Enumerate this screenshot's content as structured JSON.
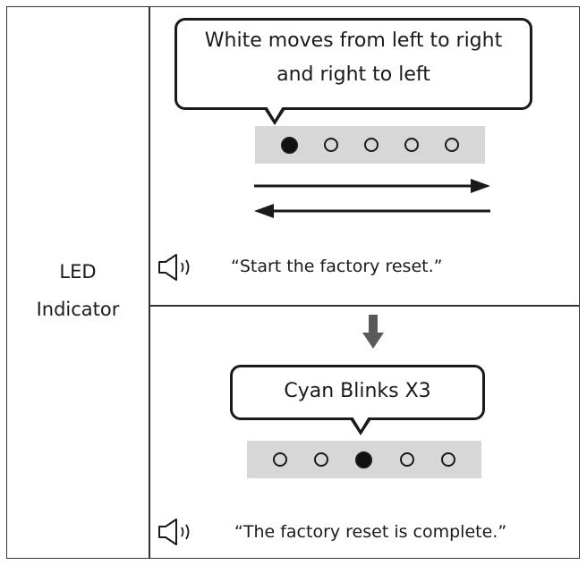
{
  "row_label": {
    "line1": "LED",
    "line2": "Indicator"
  },
  "step1": {
    "bubble_line1": "White moves from left to right",
    "bubble_line2": "and right to left",
    "leds": [
      "on",
      "off",
      "off",
      "off",
      "off"
    ],
    "message": "“Start the factory reset.”"
  },
  "step2": {
    "bubble": "Cyan Blinks X3",
    "leds": [
      "off",
      "off",
      "on",
      "off",
      "off"
    ],
    "message": "“The factory reset is complete.”"
  },
  "icons": {
    "speaker": "speaker-icon",
    "arrows": "left-right-arrows-icon",
    "down_arrow": "down-arrow-icon"
  },
  "colors": {
    "border": "#333333",
    "led_strip": "#d7d7d7",
    "led_on": "#111111",
    "arrow_down": "#5a5a5a"
  }
}
